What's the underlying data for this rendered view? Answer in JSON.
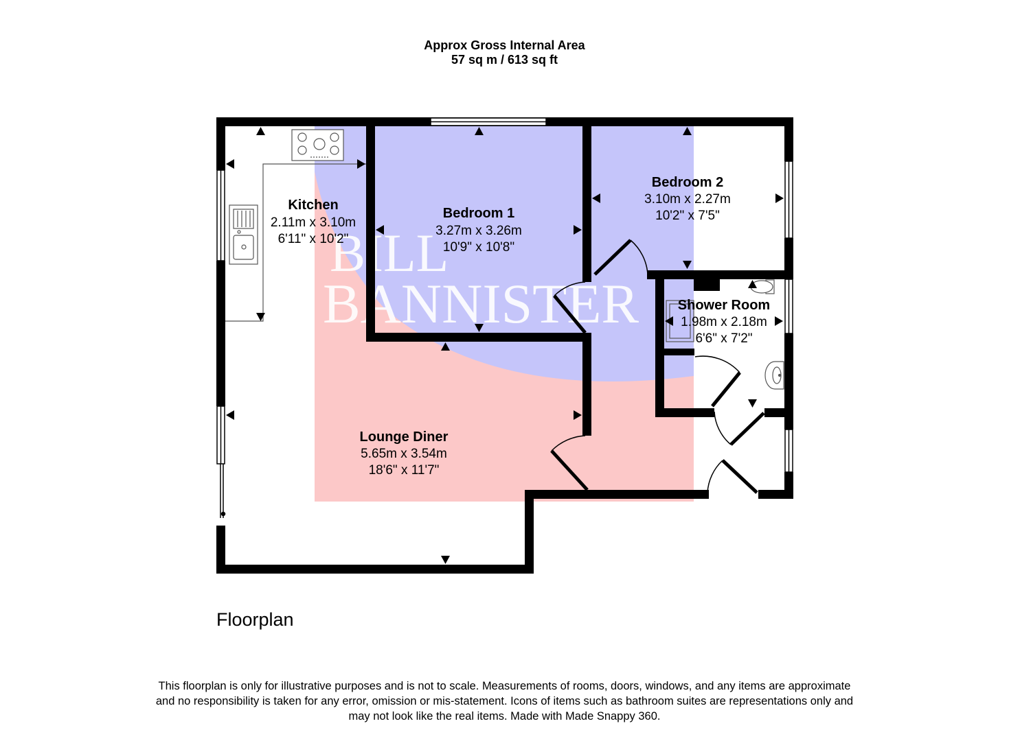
{
  "header": {
    "area_line1": "Approx Gross Internal Area",
    "area_line2": "57 sq m / 613 sq ft"
  },
  "watermark": {
    "text_line1": "BILL",
    "text_line2": "BANNISTER",
    "colors": {
      "blue": "#c5c5fa",
      "red": "#fcc8c8"
    }
  },
  "rooms": {
    "kitchen": {
      "name": "Kitchen",
      "metric": "2.11m x 3.10m",
      "imperial": "6'11\" x 10'2\""
    },
    "bedroom1": {
      "name": "Bedroom 1",
      "metric": "3.27m x 3.26m",
      "imperial": "10'9\" x 10'8\""
    },
    "bedroom2": {
      "name": "Bedroom 2",
      "metric": "3.10m x 2.27m",
      "imperial": "10'2\" x 7'5\""
    },
    "shower": {
      "name": "Shower Room",
      "metric": "1.98m x 2.18m",
      "imperial": "6'6\" x 7'2\""
    },
    "lounge": {
      "name": "Lounge Diner",
      "metric": "5.65m x 3.54m",
      "imperial": "18'6\" x 11'7\""
    }
  },
  "plan_label": "Floorplan",
  "disclaimer": {
    "line1": "This floorplan is only for illustrative purposes and is not to scale. Measurements of rooms, doors, windows, and any items are approximate",
    "line2": "and no responsibility is taken for any error, omission or mis-statement. Icons of items such as bathroom suites are representations only and",
    "line3": "may not look like the real items. Made with Made Snappy 360."
  },
  "colors": {
    "wall": "#000000",
    "fixture": "#555555",
    "background": "#ffffff"
  }
}
